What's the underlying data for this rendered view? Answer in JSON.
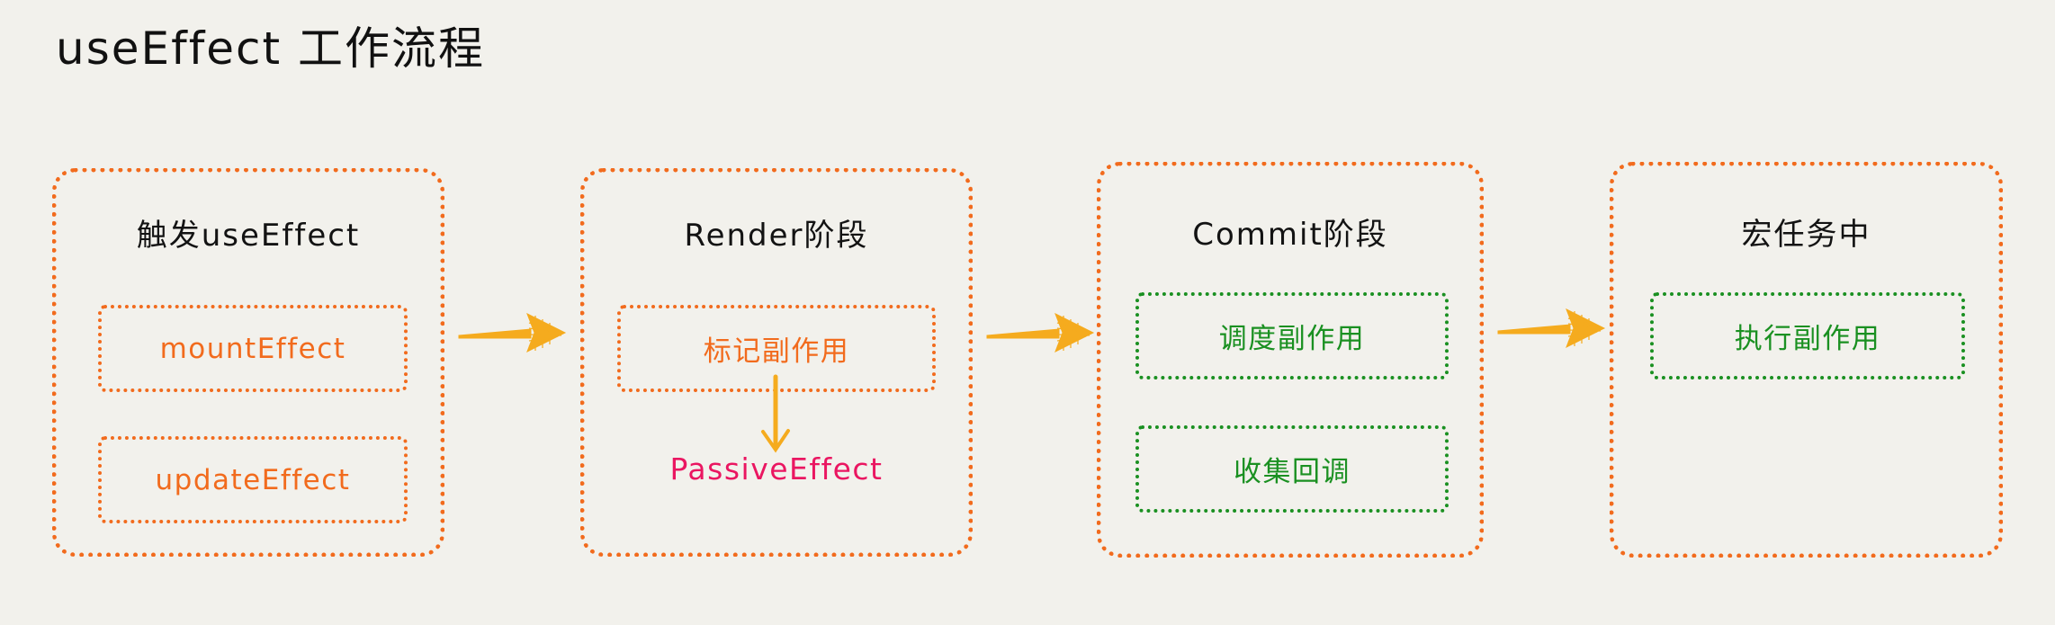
{
  "page": {
    "title": "useEffect 工作流程",
    "background_color": "#f2f1ec",
    "title_color": "#111111"
  },
  "palette": {
    "orange": "#f26b1d",
    "green": "#1a9021",
    "amber": "#f5ab1e",
    "pink": "#ea1661",
    "ink": "#131313"
  },
  "stages": [
    {
      "id": "trigger",
      "title": "触发useEffect",
      "border_color": "#f26b1d",
      "items": [
        {
          "label": "mountEffect",
          "color": "#f26b1d",
          "style": "dotted"
        },
        {
          "label": "updateEffect",
          "color": "#f26b1d",
          "style": "dotted"
        }
      ]
    },
    {
      "id": "render",
      "title": "Render阶段",
      "border_color": "#f26b1d",
      "items": [
        {
          "label": "标记副作用",
          "color": "#f26b1d",
          "style": "dotted"
        }
      ],
      "free_labels": [
        {
          "label": "PassiveEffect",
          "color": "#ea1661"
        }
      ]
    },
    {
      "id": "commit",
      "title": "Commit阶段",
      "border_color": "#f26b1d",
      "items": [
        {
          "label": "调度副作用",
          "color": "#1a9021",
          "style": "dotted"
        },
        {
          "label": "收集回调",
          "color": "#1a9021",
          "style": "dotted"
        }
      ]
    },
    {
      "id": "macrotask",
      "title": "宏任务中",
      "border_color": "#f26b1d",
      "items": [
        {
          "label": "执行副作用",
          "color": "#1a9021",
          "style": "dotted"
        }
      ]
    }
  ],
  "connectors": [
    {
      "id": "trigger-to-render",
      "from": "trigger",
      "to": "render",
      "direction": "right",
      "color": "#f5ab1e"
    },
    {
      "id": "render-to-commit",
      "from": "render",
      "to": "commit",
      "direction": "right",
      "color": "#f5ab1e"
    },
    {
      "id": "commit-to-macrotask",
      "from": "commit",
      "to": "macrotask",
      "direction": "right",
      "color": "#f5ab1e"
    },
    {
      "id": "mark-to-passive",
      "from": "标记副作用",
      "to": "PassiveEffect",
      "direction": "down",
      "color": "#f5ab1e"
    }
  ]
}
